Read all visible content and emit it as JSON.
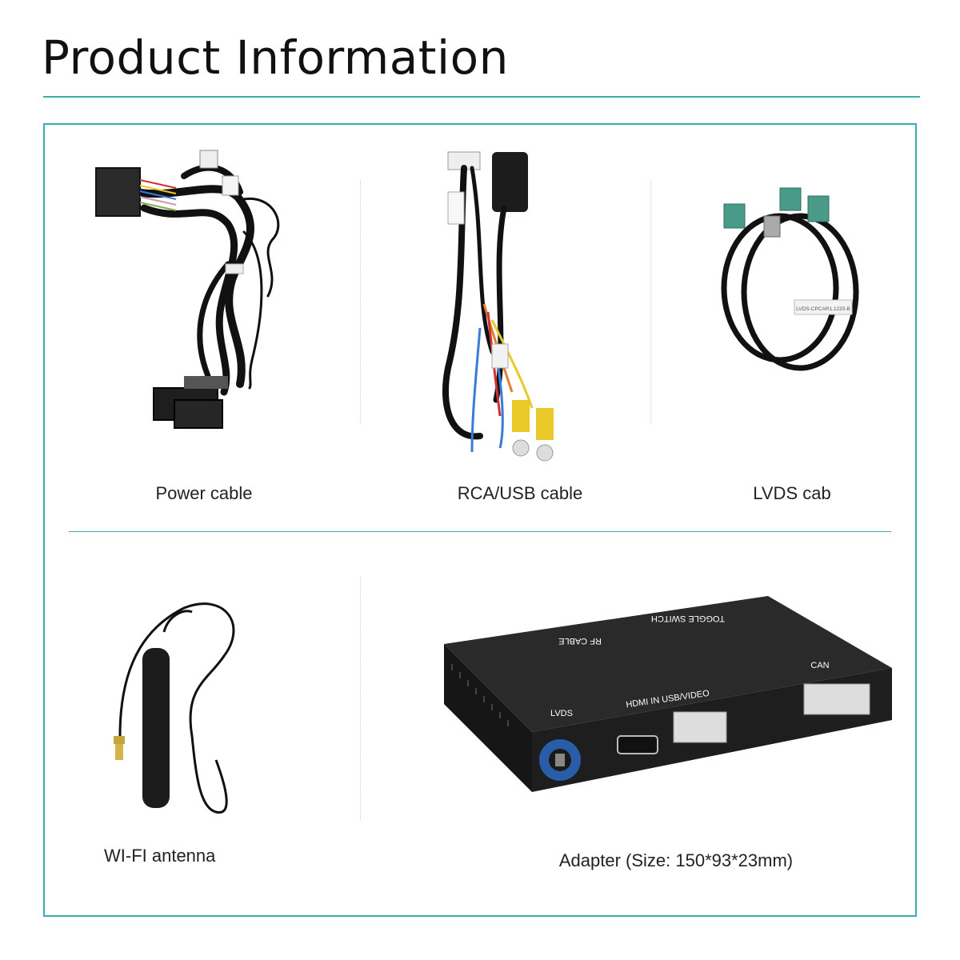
{
  "header": {
    "title": "Product Information"
  },
  "items": [
    {
      "caption": "Power cable"
    },
    {
      "caption": "RCA/USB cable"
    },
    {
      "caption": "LVDS cab"
    },
    {
      "caption": "WI-FI antenna"
    },
    {
      "caption": "Adapter (Size: 150*93*23mm)"
    }
  ],
  "device_labels": {
    "rf_cable": "RF CABLE",
    "toggle_switch": "TOGGLE SWITCH",
    "can": "CAN",
    "hdmi_in_usb_video": "HDMI IN USB/VIDEO",
    "lvds": "LVDS"
  },
  "lvds_tag": "LVDS-CPCAR1.1220-B",
  "colors": {
    "accent": "#3aaea9",
    "cable": "#111111",
    "connector_teal": "#4a9a8a",
    "rca_yellow": "#e8c928",
    "lvds_blue": "#2a5da8"
  }
}
